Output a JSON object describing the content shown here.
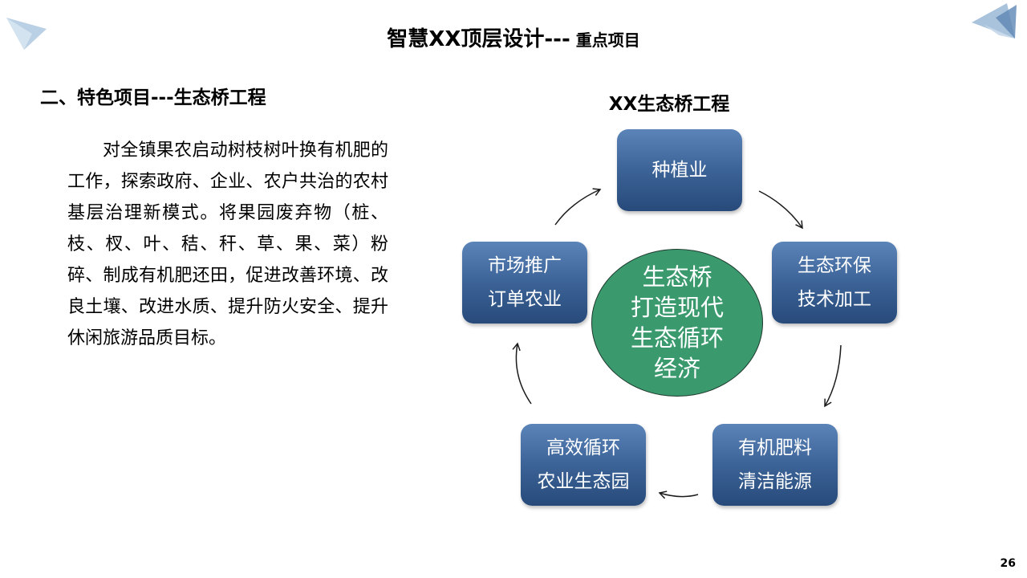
{
  "header": {
    "title_main": "智慧XX顶层设计---",
    "title_sub": " 重点项目"
  },
  "section": {
    "heading": "二、特色项目---生态桥工程",
    "paragraph": "对全镇果农启动树枝树叶换有机肥的工作，探索政府、企业、农户共治的农村基层治理新模式。将果园废弃物（桩、枝、杈、叶、秸、秆、草、果、菜）粉碎、制成有机肥还田，促进改善环境、改良土壤、改进水质、提升防火安全、提升休闲旅游品质目标。"
  },
  "diagram": {
    "title": "XX生态桥工程",
    "center": [
      "生态桥",
      "打造现代",
      "生态循环",
      "经济"
    ],
    "nodes": [
      {
        "id": "planting",
        "lines": [
          "种植业"
        ]
      },
      {
        "id": "eco-tech",
        "lines": [
          "生态环保",
          "技术加工"
        ]
      },
      {
        "id": "fertilizer",
        "lines": [
          "有机肥料",
          "清洁能源"
        ]
      },
      {
        "id": "park",
        "lines": [
          "高效循环",
          "农业生态园"
        ]
      },
      {
        "id": "market",
        "lines": [
          "市场推广",
          "订单农业"
        ]
      }
    ]
  },
  "colors": {
    "node_top": "#5b84b8",
    "node_bottom": "#274a7a",
    "center_fill": "#3a9a6e"
  },
  "footer": {
    "page_number": "26"
  }
}
